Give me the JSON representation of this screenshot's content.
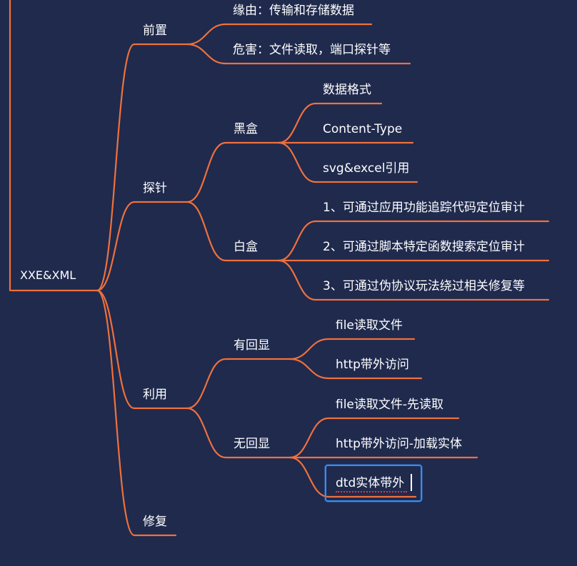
{
  "colors": {
    "background": "#1f2a4d",
    "branch": "#f0703c",
    "text": "#ffffff",
    "selection": "#3b8cf0"
  },
  "root": {
    "label": "XXE&XML"
  },
  "branches": {
    "preface": {
      "label": "前置",
      "children": [
        "缘由：传输和存储数据",
        "危害：文件读取，端口探针等"
      ]
    },
    "probe": {
      "label": "探针",
      "blackbox": {
        "label": "黑盒",
        "children": [
          "数据格式",
          "Content-Type",
          "svg&excel引用"
        ]
      },
      "whitebox": {
        "label": "白盒",
        "children": [
          "1、可通过应用功能追踪代码定位审计",
          "2、可通过脚本特定函数搜索定位审计",
          "3、可通过伪协议玩法绕过相关修复等"
        ]
      }
    },
    "exploit": {
      "label": "利用",
      "echo": {
        "label": "有回显",
        "children": [
          "file读取文件",
          "http带外访问"
        ]
      },
      "noecho": {
        "label": "无回显",
        "children": [
          "file读取文件-先读取",
          "http带外访问-加载实体",
          "dtd实体带外"
        ]
      }
    },
    "repair": {
      "label": "修复"
    }
  }
}
